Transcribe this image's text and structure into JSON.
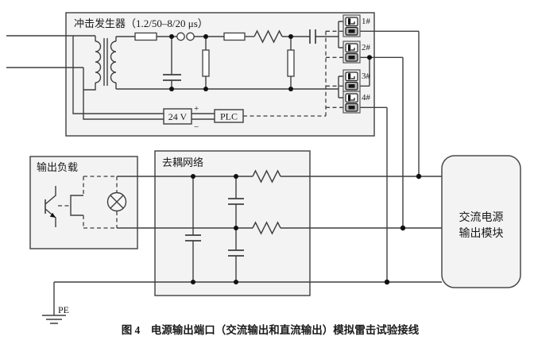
{
  "generator": {
    "title": "冲击发生器（1.2/50–8/20 μs）"
  },
  "connectors": [
    {
      "label": "1#"
    },
    {
      "label": "2#"
    },
    {
      "label": "3#"
    },
    {
      "label": "4#"
    }
  ],
  "power_supply": {
    "label": "24 V",
    "plus": "+",
    "minus": "−"
  },
  "plc": {
    "label": "PLC"
  },
  "load_box": {
    "title": "输出负载"
  },
  "decoupling_box": {
    "title": "去耦网络"
  },
  "output_module": {
    "line1": "交流电源",
    "line2": "输出模块"
  },
  "ground": {
    "label": "PE"
  },
  "caption": "图 4　电源输出端口（交流输出和直流输出）模拟雷击试验接线",
  "colors": {
    "background": "#ffffff",
    "line": "#3f3f3f",
    "box_fill": "#f3f3f3",
    "box_border": "#4a4a4a",
    "terminal_dark": "#1a1a1a"
  },
  "icons": {
    "transformer": "transformer-icon",
    "spark_gap": "spark-gap-icon",
    "inductor": "inductor-icon",
    "capacitor": "capacitor-icon",
    "resistor": "resistor-icon",
    "lamp": "lamp-icon",
    "transistor": "transistor-icon",
    "ground": "ground-icon",
    "terminal": "terminal-icon"
  }
}
